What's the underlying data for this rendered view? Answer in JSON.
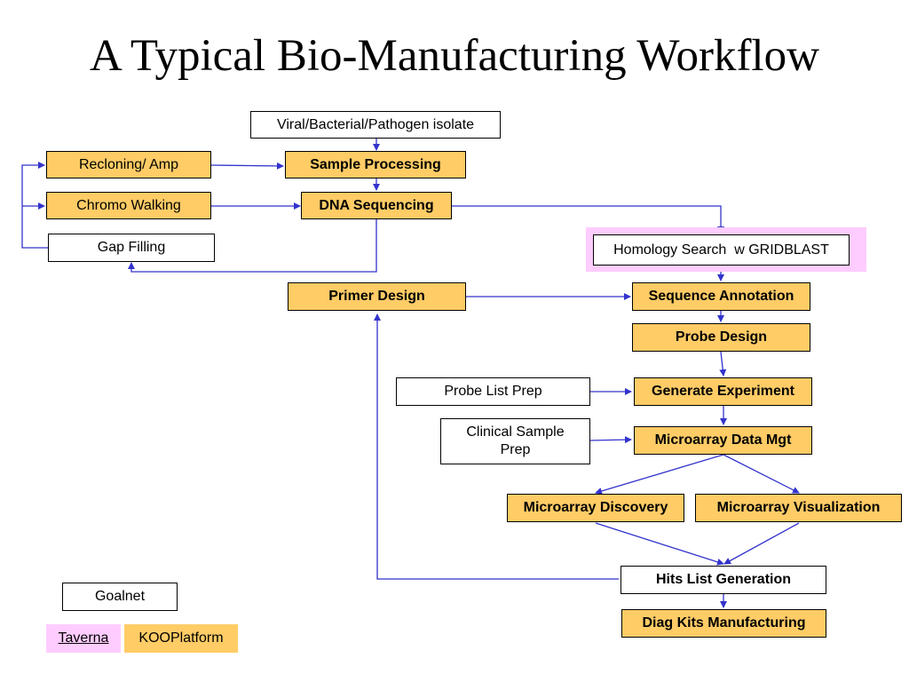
{
  "title": "A Typical Bio-Manufacturing Workflow",
  "nodes": {
    "viral_isolate": "Viral/Bacterial/Pathogen isolate",
    "recloning_amp": "Recloning/ Amp",
    "sample_processing": "Sample Processing",
    "chromo_walking": "Chromo Walking",
    "dna_sequencing": "DNA Sequencing",
    "gap_filling": "Gap Filling",
    "homology_search": "Homology Search  w GRIDBLAST",
    "primer_design": "Primer Design",
    "sequence_annotation": "Sequence Annotation",
    "probe_design": "Probe Design",
    "probe_list_prep": "Probe List Prep",
    "generate_experiment": "Generate Experiment",
    "clinical_sample_prep": "Clinical Sample Prep",
    "microarray_data_mgt": "Microarray Data Mgt",
    "microarray_discovery": "Microarray Discovery",
    "microarray_visualization": "Microarray Visualization",
    "hits_list_generation": "Hits List Generation",
    "diag_kits_manufacturing": "Diag Kits Manufacturing"
  },
  "legend": {
    "goalnet": "Goalnet",
    "taverna": "Taverna",
    "kooplatform": "KOOPlatform"
  },
  "colors": {
    "orange_fill": "#FFCC66",
    "pink_fill": "#FFCCFF",
    "arrow": "#3333CC"
  }
}
